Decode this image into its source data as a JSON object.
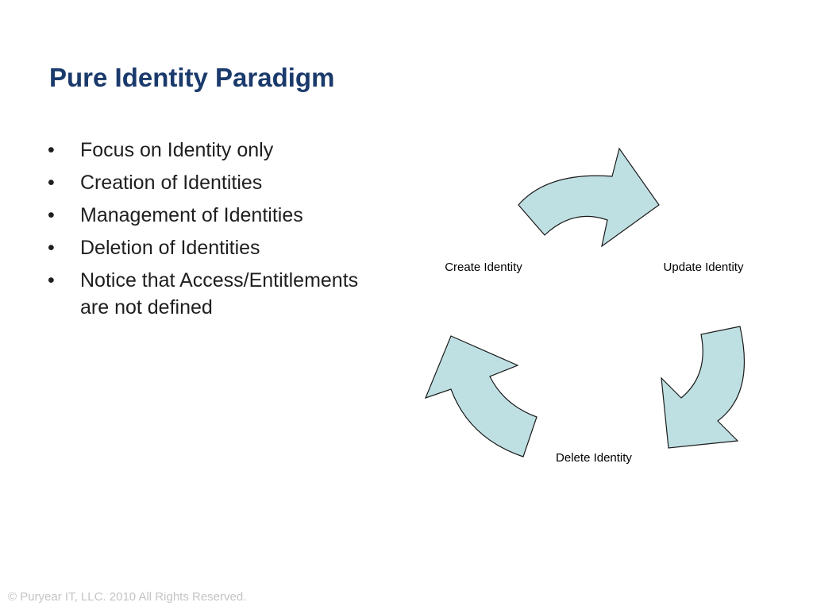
{
  "slide": {
    "title": "Pure Identity Paradigm",
    "bullet_glyph": "•",
    "bullets": [
      "Focus on Identity only",
      "Creation of Identities",
      "Management of Identities",
      "Deletion of Identities",
      "Notice that Access/Entitlements are not defined"
    ]
  },
  "cycle_diagram": {
    "arrow_fill": "#bfe0e3",
    "arrow_stroke": "#1a1a1a",
    "labels": {
      "create": "Create Identity",
      "update": "Update Identity",
      "delete": "Delete Identity"
    }
  },
  "footer": {
    "copyright": "© Puryear IT, LLC. 2010 All Rights Reserved."
  },
  "colors": {
    "title": "#1a3a6b",
    "body_text": "#1f1f1f",
    "footer_text": "#c4c4c4"
  }
}
